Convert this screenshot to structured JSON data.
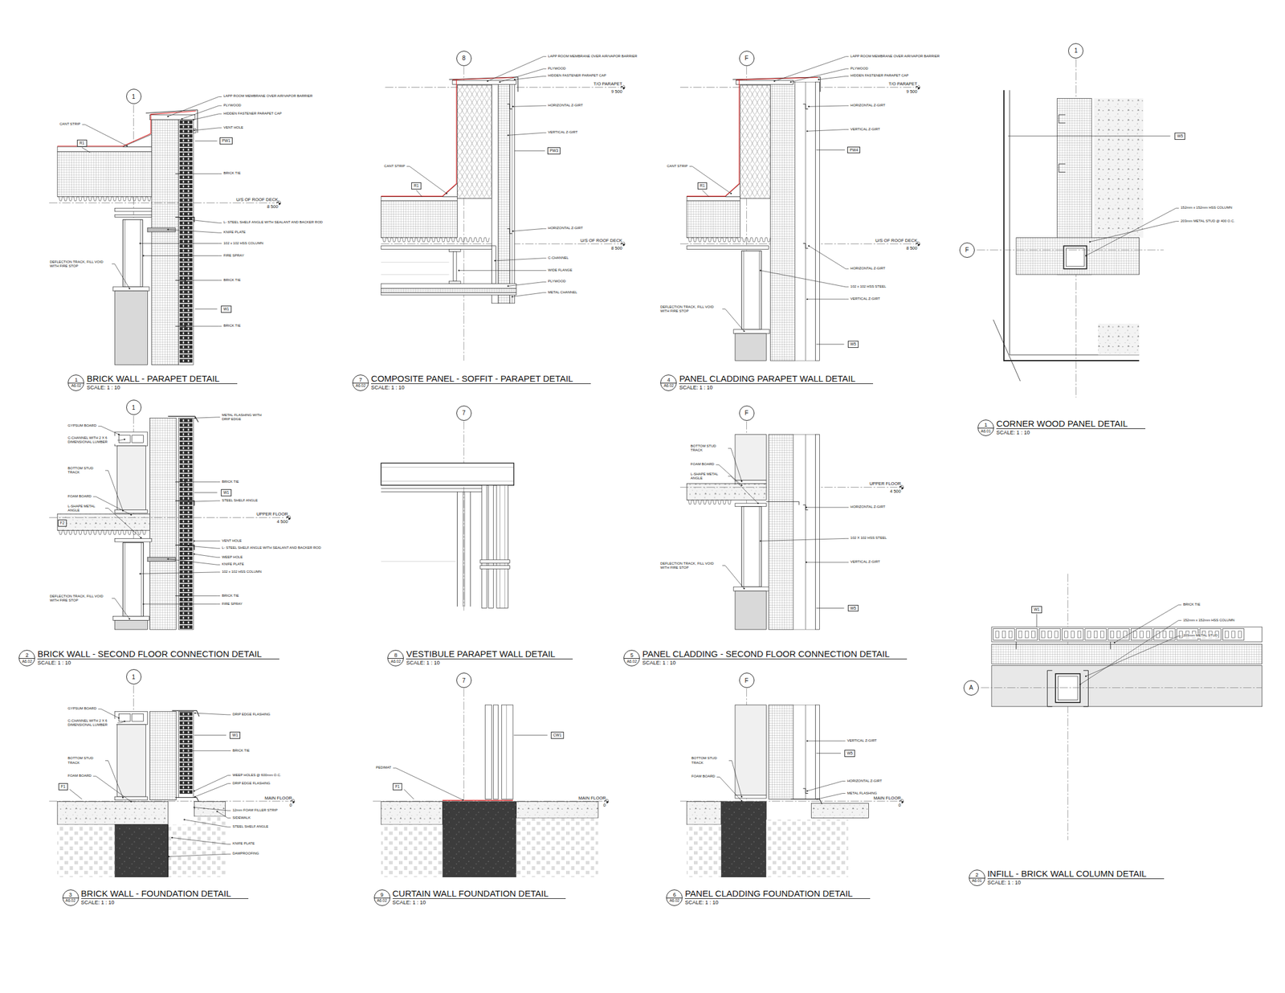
{
  "diagram": {
    "nodes": [
      {
        "text": [
          "1"
        ]
      },
      {
        "text": [
          "R1"
        ]
      },
      {
        "text": [
          "PW1"
        ]
      },
      {
        "text": [
          "W1"
        ]
      },
      {
        "text": [
          "1",
          "A6.02",
          "BRICK WALL - PARAPET DETAIL",
          "SCALE: 1 : 10"
        ]
      },
      {
        "text": [
          "8"
        ]
      },
      {
        "text": [
          "R1"
        ]
      },
      {
        "text": [
          "PW3"
        ]
      },
      {
        "text": [
          "7",
          "A6.02",
          "COMPOSITE PANEL - SOFFIT - PARAPET DETAIL",
          "SCALE: 1 : 10"
        ]
      },
      {
        "text": [
          "F"
        ]
      },
      {
        "text": [
          "R1"
        ]
      },
      {
        "text": [
          "PW4"
        ]
      },
      {
        "text": [
          "W5"
        ]
      },
      {
        "text": [
          "4",
          "A6.02",
          "PANEL CLADDING PARAPET WALL DETAIL",
          "SCALE: 1 : 10"
        ]
      },
      {
        "text": [
          "1"
        ]
      },
      {
        "text": [
          "F"
        ]
      },
      {
        "text": [
          "W5"
        ]
      },
      {
        "text": [
          "1",
          "A6.01",
          "CORNER WOOD PANEL DETAIL",
          "SCALE: 1 : 10"
        ]
      },
      {
        "text": [
          "1"
        ]
      },
      {
        "text": [
          "F2"
        ]
      },
      {
        "text": [
          "W1"
        ]
      },
      {
        "text": [
          "2",
          "A6.02",
          "BRICK WALL - SECOND FLOOR CONNECTION DETAIL",
          "SCALE: 1 : 10"
        ]
      },
      {
        "text": [
          "7"
        ]
      },
      {
        "text": [
          "8",
          "A6.02",
          "VESTIBULE PARAPET WALL DETAIL",
          "SCALE: 1 : 10"
        ]
      },
      {
        "text": [
          "F"
        ]
      },
      {
        "text": [
          "W5"
        ]
      },
      {
        "text": [
          "5",
          "A6.02",
          "PANEL CLADDING - SECOND FLOOR CONNECTION DETAIL",
          "SCALE: 1 : 10"
        ]
      },
      {
        "text": [
          "W1"
        ]
      },
      {
        "text": [
          "A"
        ]
      },
      {
        "text": [
          "2",
          "A6.01",
          "INFILL - BRICK WALL COLUMN DETAIL",
          "SCALE: 1 : 10"
        ]
      },
      {
        "text": [
          "1"
        ]
      },
      {
        "text": [
          "F1"
        ]
      },
      {
        "text": [
          "W1"
        ]
      },
      {
        "text": [
          "3",
          "A6.02",
          "BRICK WALL - FOUNDATION DETAIL",
          "SCALE: 1 : 10"
        ]
      },
      {
        "text": [
          "7"
        ]
      },
      {
        "text": [
          "F1"
        ]
      },
      {
        "text": [
          "CW1"
        ]
      },
      {
        "text": [
          "9",
          "A6.02",
          "CURTAIN WALL FOUNDATION DETAIL",
          "SCALE: 1 : 10"
        ]
      },
      {
        "text": [
          "F"
        ]
      },
      {
        "text": [
          "W5"
        ]
      },
      {
        "text": [
          "6",
          "A6.02",
          "PANEL CLADDING FOUNDATION DETAIL",
          "SCALE: 1 : 10"
        ]
      }
    ],
    "labels": [
      "LAPP ROOM MEMBRANE OVER AIR/VAPOR BARRIER",
      "PLYWOOD",
      "HIDDEN FASTENER PARAPET CAP",
      "VENT HOLE",
      "BRICK TIE",
      "U/S OF ROOF DECK",
      "8 500",
      "L- STEEL SHELF ANGLE WITH SEALANT AND BACKER ROD",
      "KNIFE PLATE",
      "102 x 102 HSS COLUMN",
      "FIRE SPRAY",
      "BRICK TIE",
      "BRICK TIE",
      "CANT STRIP",
      "DEFLECTION TRACK, FILL VOID WITH FIRE STOP",
      "LAPP ROOM MEMBRANE OVER AIR/VAPOR BARRIER",
      "PLYWOOD",
      "HIDDEN FASTENER PARAPET CAP",
      "T/O PARAPET",
      "9 500",
      "HORIZONTAL Z-GIRT",
      "VERTICAL Z-GIRT",
      "CANT STRIP",
      "HORIZONTAL Z-GIRT",
      "U/S OF ROOF DECK",
      "8 500",
      "C-CHANNEL",
      "WIDE FLANGE",
      "PLYWOOD",
      "METAL CHANNEL",
      "LAPP ROOM MEMBRANE OVER AIR/VAPOR BARRIER",
      "PLYWOOD",
      "HIDDEN FASTENER PARAPET CAP",
      "T/O PARAPET",
      "9 500",
      "HORIZONTAL Z-GIRT",
      "VERTICAL Z-GIRT",
      "CANT STRIP",
      "U/S OF ROOF DECK",
      "8 500",
      "HORIZONTAL Z-GIRT",
      "102 x 102 HSS STEEL",
      "VERTICAL Z-GIRT",
      "DEFLECTION TRACK, FILL VOID WITH FIRE STOP",
      "152mm x 152mm HSS COLUMN",
      "203mm METAL STUD @ 400 O.C.",
      "GYPSUM BOARD",
      "C-CHANNEL WITH 2 X 6 DIMENSIONAL LUMBER",
      "BOTTOM STUD TRACK",
      "FOAM BOARD",
      "L-SHAPE METAL ANGLE",
      "DEFLECTION TRACK, FILL VOID WITH FIRE STOP",
      "METAL FLASHING WITH DRIP EDGE",
      "BRICK TIE",
      "STEEL SHELF ANGLE",
      "UPPER FLOOR",
      "4 500",
      "VENT HOLE",
      "L- STEEL SHELF ANGLE WITH SEALANT AND BACKER ROD",
      "WEEP HOLE",
      "KNIFE PLATE",
      "102 x 102 HSS COLUMN",
      "BRICK TIE",
      "FIRE SPRAY",
      "BOTTOM STUD TRACK",
      "FOAM BOARD",
      "L-SHAPE METAL ANGLE",
      "UPPER FLOOR",
      "4 500",
      "HORIZONTAL Z-GIRT",
      "102 X 102 HSS STEEL",
      "VERTICAL Z-GIRT",
      "DEFLECTION TRACK, FILL VOID WITH FIRE STOP",
      "BRICK TIE",
      "152mm x 152mm HSS COLUMN",
      "203mm METAL STUD",
      "GYPSUM BOARD",
      "C-CHANNEL WITH 2 X 6 DIMENSIONAL LUMBER",
      "BOTTOM STUD TRACK",
      "FOAM BOARD",
      "DRIP EDGE FLASHING",
      "BRICK TIE",
      "WEEP HOLES @ 600mm O.C.",
      "DRIP EDGE FLASHING",
      "MAIN FLOOR",
      "0",
      "12mm FOAM FILLER STRIP",
      "SIDEWALK",
      "STEEL SHELF ANGLE",
      "KNIFE PLATE",
      "DAMPROOFING",
      "PEDIMAT",
      "MAIN FLOOR",
      "0",
      "VERTICAL Z-GIRT",
      "BOTTOM STUD TRACK",
      "FOAM BOARD",
      "HORIZONTAL Z-GIRT",
      "METAL FLASHING",
      "MAIN FLOOR",
      "0"
    ]
  }
}
